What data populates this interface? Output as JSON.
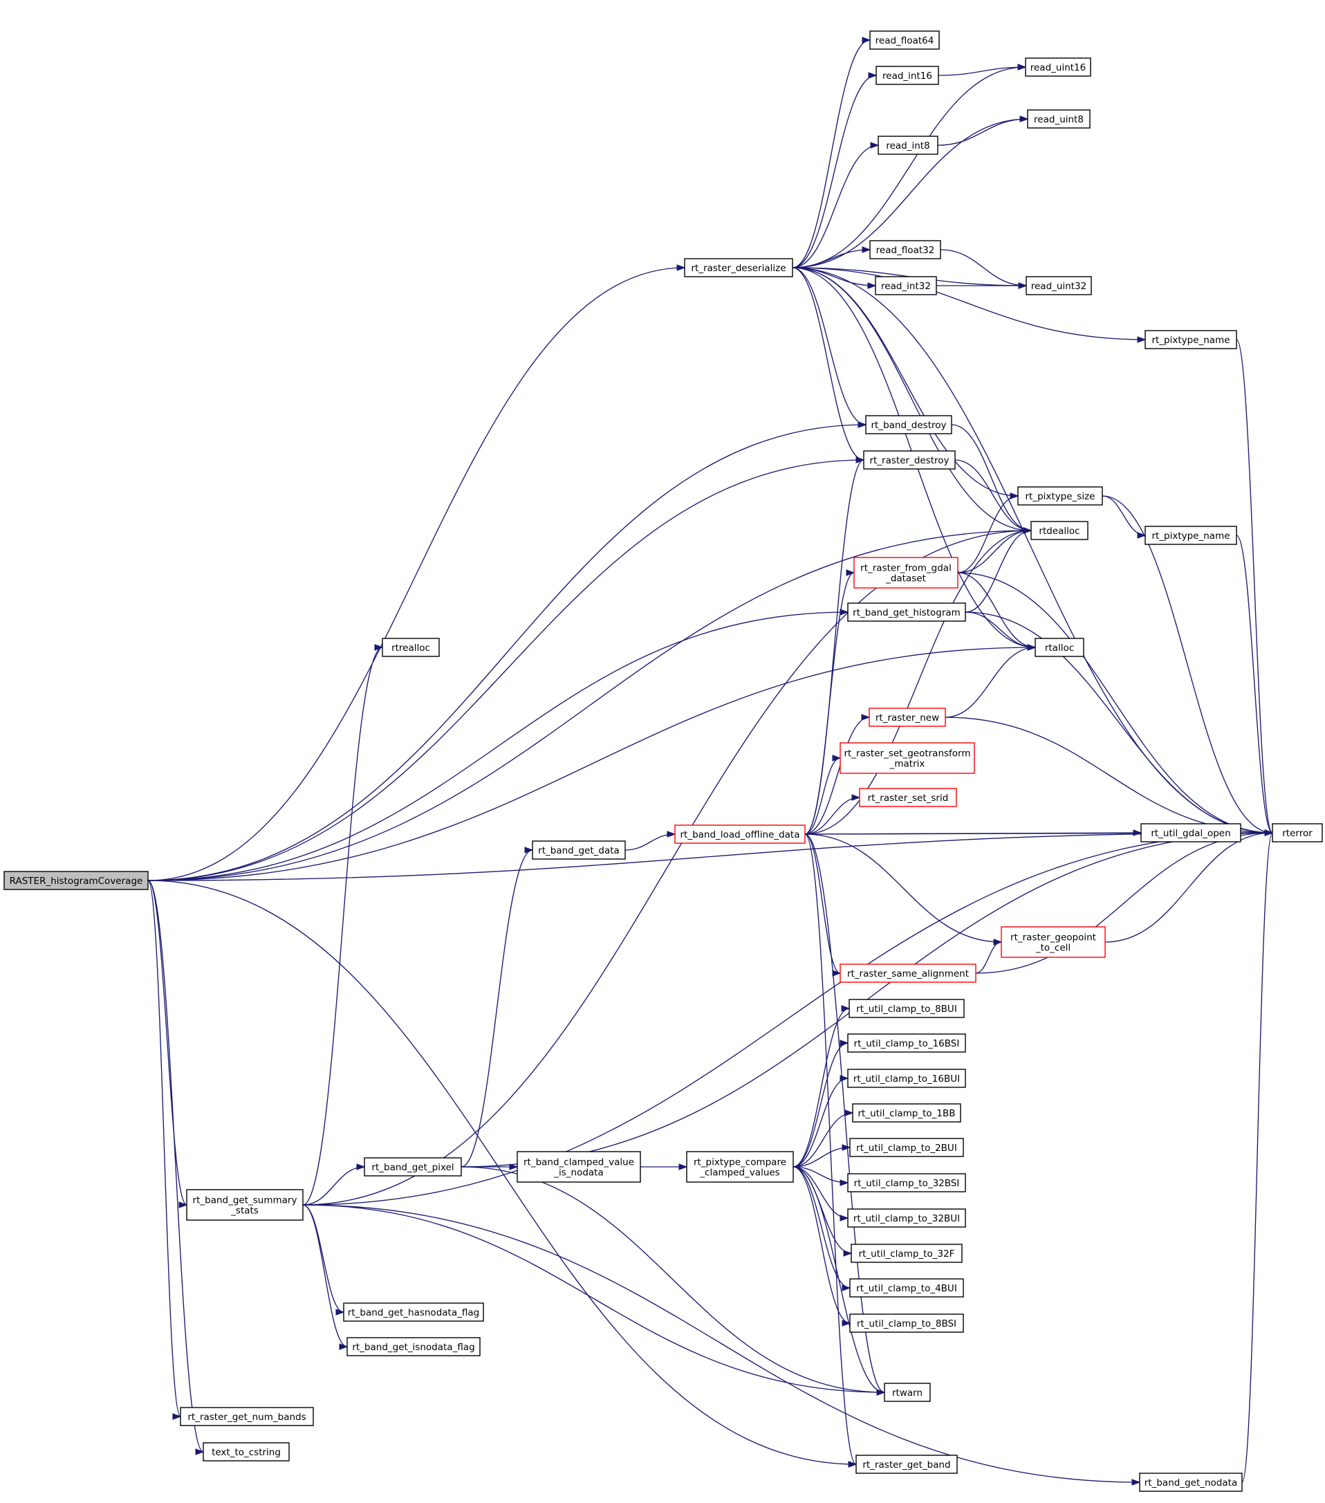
{
  "diagram": {
    "root": "RASTER_histogramCoverage",
    "nodes": [
      {
        "id": "RASTER_histogramCoverage",
        "lines": [
          "RASTER_histogramCoverage"
        ],
        "style": "root"
      },
      {
        "id": "rt_raster_deserialize",
        "lines": [
          "rt_raster_deserialize"
        ],
        "style": "normal"
      },
      {
        "id": "read_float64",
        "lines": [
          "read_float64"
        ],
        "style": "normal"
      },
      {
        "id": "read_int16",
        "lines": [
          "read_int16"
        ],
        "style": "normal"
      },
      {
        "id": "read_uint16",
        "lines": [
          "read_uint16"
        ],
        "style": "normal"
      },
      {
        "id": "read_uint8",
        "lines": [
          "read_uint8"
        ],
        "style": "normal"
      },
      {
        "id": "read_int8",
        "lines": [
          "read_int8"
        ],
        "style": "normal"
      },
      {
        "id": "read_float32",
        "lines": [
          "read_float32"
        ],
        "style": "normal"
      },
      {
        "id": "read_int32",
        "lines": [
          "read_int32"
        ],
        "style": "normal"
      },
      {
        "id": "read_uint32",
        "lines": [
          "read_uint32"
        ],
        "style": "normal"
      },
      {
        "id": "rt_pixtype_name_a",
        "lines": [
          "rt_pixtype_name"
        ],
        "style": "normal"
      },
      {
        "id": "rt_band_destroy",
        "lines": [
          "rt_band_destroy"
        ],
        "style": "normal"
      },
      {
        "id": "rt_raster_destroy",
        "lines": [
          "rt_raster_destroy"
        ],
        "style": "normal"
      },
      {
        "id": "rt_pixtype_size",
        "lines": [
          "rt_pixtype_size"
        ],
        "style": "normal"
      },
      {
        "id": "rtdealloc",
        "lines": [
          "rtdealloc"
        ],
        "style": "normal"
      },
      {
        "id": "rt_pixtype_name_b",
        "lines": [
          "rt_pixtype_name"
        ],
        "style": "normal"
      },
      {
        "id": "rt_raster_from_gdal_dataset",
        "lines": [
          "rt_raster_from_gdal",
          "_dataset"
        ],
        "style": "red"
      },
      {
        "id": "rt_band_get_histogram",
        "lines": [
          "rt_band_get_histogram"
        ],
        "style": "normal"
      },
      {
        "id": "rtrealloc",
        "lines": [
          "rtrealloc"
        ],
        "style": "normal"
      },
      {
        "id": "rtalloc",
        "lines": [
          "rtalloc"
        ],
        "style": "normal"
      },
      {
        "id": "rt_raster_new",
        "lines": [
          "rt_raster_new"
        ],
        "style": "red"
      },
      {
        "id": "rt_raster_set_geotransform_matrix",
        "lines": [
          "rt_raster_set_geotransform",
          "_matrix"
        ],
        "style": "red"
      },
      {
        "id": "rt_raster_set_srid",
        "lines": [
          "rt_raster_set_srid"
        ],
        "style": "red"
      },
      {
        "id": "rt_band_load_offline_data",
        "lines": [
          "rt_band_load_offline_data"
        ],
        "style": "red"
      },
      {
        "id": "rt_util_gdal_open",
        "lines": [
          "rt_util_gdal_open"
        ],
        "style": "normal"
      },
      {
        "id": "rterror",
        "lines": [
          "rterror"
        ],
        "style": "normal"
      },
      {
        "id": "rt_band_get_data",
        "lines": [
          "rt_band_get_data"
        ],
        "style": "normal"
      },
      {
        "id": "rt_raster_geopoint_to_cell",
        "lines": [
          "rt_raster_geopoint",
          "_to_cell"
        ],
        "style": "red"
      },
      {
        "id": "rt_raster_same_alignment",
        "lines": [
          "rt_raster_same_alignment"
        ],
        "style": "red"
      },
      {
        "id": "rt_util_clamp_to_8BUI",
        "lines": [
          "rt_util_clamp_to_8BUI"
        ],
        "style": "normal"
      },
      {
        "id": "rt_util_clamp_to_16BSI",
        "lines": [
          "rt_util_clamp_to_16BSI"
        ],
        "style": "normal"
      },
      {
        "id": "rt_util_clamp_to_16BUI",
        "lines": [
          "rt_util_clamp_to_16BUI"
        ],
        "style": "normal"
      },
      {
        "id": "rt_util_clamp_to_1BB",
        "lines": [
          "rt_util_clamp_to_1BB"
        ],
        "style": "normal"
      },
      {
        "id": "rt_util_clamp_to_2BUI",
        "lines": [
          "rt_util_clamp_to_2BUI"
        ],
        "style": "normal"
      },
      {
        "id": "rt_util_clamp_to_32BSI",
        "lines": [
          "rt_util_clamp_to_32BSI"
        ],
        "style": "normal"
      },
      {
        "id": "rt_util_clamp_to_32BUI",
        "lines": [
          "rt_util_clamp_to_32BUI"
        ],
        "style": "normal"
      },
      {
        "id": "rt_util_clamp_to_32F",
        "lines": [
          "rt_util_clamp_to_32F"
        ],
        "style": "normal"
      },
      {
        "id": "rt_util_clamp_to_4BUI",
        "lines": [
          "rt_util_clamp_to_4BUI"
        ],
        "style": "normal"
      },
      {
        "id": "rt_util_clamp_to_8BSI",
        "lines": [
          "rt_util_clamp_to_8BSI"
        ],
        "style": "normal"
      },
      {
        "id": "rt_band_get_pixel",
        "lines": [
          "rt_band_get_pixel"
        ],
        "style": "normal"
      },
      {
        "id": "rt_band_clamped_value_is_nodata",
        "lines": [
          "rt_band_clamped_value",
          "_is_nodata"
        ],
        "style": "normal"
      },
      {
        "id": "rt_pixtype_compare_clamped_values",
        "lines": [
          "rt_pixtype_compare",
          "_clamped_values"
        ],
        "style": "normal"
      },
      {
        "id": "rt_band_get_summary_stats",
        "lines": [
          "rt_band_get_summary",
          "_stats"
        ],
        "style": "normal"
      },
      {
        "id": "rt_band_get_hasnodata_flag",
        "lines": [
          "rt_band_get_hasnodata_flag"
        ],
        "style": "normal"
      },
      {
        "id": "rt_band_get_isnodata_flag",
        "lines": [
          "rt_band_get_isnodata_flag"
        ],
        "style": "normal"
      },
      {
        "id": "rtwarn",
        "lines": [
          "rtwarn"
        ],
        "style": "normal"
      },
      {
        "id": "rt_raster_get_num_bands",
        "lines": [
          "rt_raster_get_num_bands"
        ],
        "style": "normal"
      },
      {
        "id": "text_to_cstring",
        "lines": [
          "text_to_cstring"
        ],
        "style": "normal"
      },
      {
        "id": "rt_raster_get_band",
        "lines": [
          "rt_raster_get_band"
        ],
        "style": "normal"
      },
      {
        "id": "rt_band_get_nodata",
        "lines": [
          "rt_band_get_nodata"
        ],
        "style": "normal"
      }
    ],
    "edges": [
      [
        "RASTER_histogramCoverage",
        "rt_raster_deserialize"
      ],
      [
        "RASTER_histogramCoverage",
        "rt_band_destroy"
      ],
      [
        "RASTER_histogramCoverage",
        "rt_raster_destroy"
      ],
      [
        "RASTER_histogramCoverage",
        "rtdealloc"
      ],
      [
        "RASTER_histogramCoverage",
        "rt_band_get_histogram"
      ],
      [
        "RASTER_histogramCoverage",
        "rtalloc"
      ],
      [
        "RASTER_histogramCoverage",
        "rt_band_get_summary_stats"
      ],
      [
        "RASTER_histogramCoverage",
        "rt_raster_get_num_bands"
      ],
      [
        "RASTER_histogramCoverage",
        "text_to_cstring"
      ],
      [
        "RASTER_histogramCoverage",
        "rt_raster_get_band"
      ],
      [
        "RASTER_histogramCoverage",
        "rterror"
      ],
      [
        "rt_raster_deserialize",
        "read_float64"
      ],
      [
        "rt_raster_deserialize",
        "read_int16"
      ],
      [
        "rt_raster_deserialize",
        "read_uint16"
      ],
      [
        "rt_raster_deserialize",
        "read_uint8"
      ],
      [
        "rt_raster_deserialize",
        "read_int8"
      ],
      [
        "rt_raster_deserialize",
        "read_float32"
      ],
      [
        "rt_raster_deserialize",
        "read_int32"
      ],
      [
        "rt_raster_deserialize",
        "read_uint32"
      ],
      [
        "rt_raster_deserialize",
        "rt_pixtype_name_a"
      ],
      [
        "rt_raster_deserialize",
        "rterror"
      ],
      [
        "rt_raster_deserialize",
        "rt_pixtype_size"
      ],
      [
        "rt_raster_deserialize",
        "rt_band_destroy"
      ],
      [
        "rt_raster_deserialize",
        "rt_raster_destroy"
      ],
      [
        "rt_raster_deserialize",
        "rtdealloc"
      ],
      [
        "rt_raster_deserialize",
        "rtalloc"
      ],
      [
        "read_int16",
        "read_uint16"
      ],
      [
        "read_int8",
        "read_uint8"
      ],
      [
        "read_float32",
        "read_uint32"
      ],
      [
        "read_int32",
        "read_uint32"
      ],
      [
        "rt_pixtype_name_a",
        "rterror"
      ],
      [
        "rt_band_destroy",
        "rtdealloc"
      ],
      [
        "rt_raster_destroy",
        "rtdealloc"
      ],
      [
        "rt_pixtype_size",
        "rt_pixtype_name_b"
      ],
      [
        "rt_pixtype_size",
        "rterror"
      ],
      [
        "rt_pixtype_name_b",
        "rterror"
      ],
      [
        "rt_raster_from_gdal_dataset",
        "rt_pixtype_size"
      ],
      [
        "rt_raster_from_gdal_dataset",
        "rtdealloc"
      ],
      [
        "rt_raster_from_gdal_dataset",
        "rtalloc"
      ],
      [
        "rt_raster_from_gdal_dataset",
        "rterror"
      ],
      [
        "rt_band_get_histogram",
        "rtdealloc"
      ],
      [
        "rt_band_get_histogram",
        "rtalloc"
      ],
      [
        "rt_band_get_histogram",
        "rterror"
      ],
      [
        "rt_raster_new",
        "rtalloc"
      ],
      [
        "rt_raster_new",
        "rterror"
      ],
      [
        "rt_band_load_offline_data",
        "rt_raster_from_gdal_dataset"
      ],
      [
        "rt_band_load_offline_data",
        "rt_raster_destroy"
      ],
      [
        "rt_band_load_offline_data",
        "rtdealloc"
      ],
      [
        "rt_band_load_offline_data",
        "rt_raster_new"
      ],
      [
        "rt_band_load_offline_data",
        "rt_raster_set_geotransform_matrix"
      ],
      [
        "rt_band_load_offline_data",
        "rt_raster_set_srid"
      ],
      [
        "rt_band_load_offline_data",
        "rt_util_gdal_open"
      ],
      [
        "rt_band_load_offline_data",
        "rterror"
      ],
      [
        "rt_band_load_offline_data",
        "rt_raster_geopoint_to_cell"
      ],
      [
        "rt_band_load_offline_data",
        "rt_raster_same_alignment"
      ],
      [
        "rt_band_load_offline_data",
        "rtwarn"
      ],
      [
        "rt_band_load_offline_data",
        "rt_raster_get_band"
      ],
      [
        "rt_util_gdal_open",
        "rterror"
      ],
      [
        "rt_band_get_data",
        "rt_band_load_offline_data"
      ],
      [
        "rt_raster_geopoint_to_cell",
        "rterror"
      ],
      [
        "rt_raster_same_alignment",
        "rt_raster_geopoint_to_cell"
      ],
      [
        "rt_raster_same_alignment",
        "rterror"
      ],
      [
        "rt_band_get_summary_stats",
        "rtrealloc"
      ],
      [
        "rt_band_get_summary_stats",
        "rtdealloc"
      ],
      [
        "rt_band_get_summary_stats",
        "rt_band_get_pixel"
      ],
      [
        "rt_band_get_summary_stats",
        "rt_band_get_hasnodata_flag"
      ],
      [
        "rt_band_get_summary_stats",
        "rt_band_get_isnodata_flag"
      ],
      [
        "rt_band_get_summary_stats",
        "rtwarn"
      ],
      [
        "rt_band_get_summary_stats",
        "rterror"
      ],
      [
        "rt_band_get_summary_stats",
        "rt_band_get_nodata"
      ],
      [
        "rt_band_get_pixel",
        "rt_band_get_data"
      ],
      [
        "rt_band_get_pixel",
        "rterror"
      ],
      [
        "rt_band_get_pixel",
        "rt_band_clamped_value_is_nodata"
      ],
      [
        "rt_band_get_pixel",
        "rtwarn"
      ],
      [
        "rt_band_clamped_value_is_nodata",
        "rt_pixtype_compare_clamped_values"
      ],
      [
        "rt_pixtype_compare_clamped_values",
        "rt_util_clamp_to_8BUI"
      ],
      [
        "rt_pixtype_compare_clamped_values",
        "rt_util_clamp_to_16BSI"
      ],
      [
        "rt_pixtype_compare_clamped_values",
        "rt_util_clamp_to_16BUI"
      ],
      [
        "rt_pixtype_compare_clamped_values",
        "rt_util_clamp_to_1BB"
      ],
      [
        "rt_pixtype_compare_clamped_values",
        "rt_util_clamp_to_2BUI"
      ],
      [
        "rt_pixtype_compare_clamped_values",
        "rt_util_clamp_to_32BSI"
      ],
      [
        "rt_pixtype_compare_clamped_values",
        "rt_util_clamp_to_32BUI"
      ],
      [
        "rt_pixtype_compare_clamped_values",
        "rt_util_clamp_to_32F"
      ],
      [
        "rt_pixtype_compare_clamped_values",
        "rt_util_clamp_to_4BUI"
      ],
      [
        "rt_pixtype_compare_clamped_values",
        "rt_util_clamp_to_8BSI"
      ],
      [
        "rt_pixtype_compare_clamped_values",
        "rtwarn"
      ],
      [
        "rt_band_get_nodata",
        "rterror"
      ]
    ]
  },
  "colors": {
    "edge": "#191970",
    "node_border": "#000000",
    "red_border": "#ff0000",
    "root_fill": "#bfbfbf",
    "node_fill": "#ffffff"
  }
}
